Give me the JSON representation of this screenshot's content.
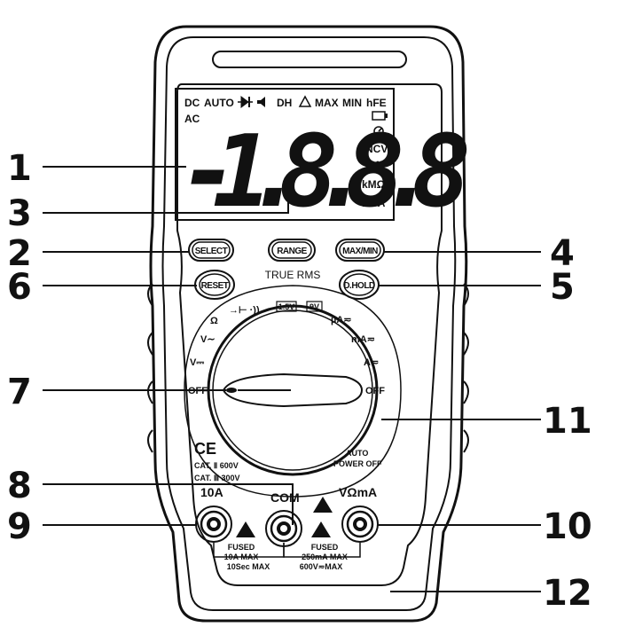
{
  "callouts": [
    "1",
    "2",
    "3",
    "4",
    "5",
    "6",
    "7",
    "8",
    "9",
    "10",
    "11",
    "12"
  ],
  "display": {
    "digits": "-1.8.8.8",
    "indicators": {
      "dc": "DC",
      "auto": "AUTO",
      "dh": "DH",
      "max": "MAX",
      "min": "MIN",
      "hfe": "hFE",
      "ac": "AC",
      "ncv": "NCV",
      "temp": "°C°F",
      "kmohm": "kMΩ",
      "mva": "mVA"
    }
  },
  "buttons": {
    "select": "SELECT",
    "range": "RANGE",
    "maxmin": "MAX/MIN",
    "reset": "RESET",
    "dhold": "D.HOLD",
    "true_rms": "TRUE RMS"
  },
  "dial": {
    "ohm": "Ω",
    "diode": "→⊢ ·))",
    "battery15": "1.5V",
    "battery9": "9V",
    "ua": "µA≂",
    "v_ac": "V∼",
    "ma": "mA≂",
    "v_dc": "V⎓",
    "a": "A≂",
    "off_left": "OFF",
    "off_right": "OFF"
  },
  "auto_power_off": [
    "AUTO",
    "POWER OFF"
  ],
  "ce": "CE",
  "cat_ratings": [
    "CAT. Ⅱ  600V",
    "CAT. Ⅲ  300V"
  ],
  "jacks": {
    "a10": "10A",
    "com": "COM",
    "vohm": "VΩmA"
  },
  "fuse_left": [
    "FUSED",
    "10A MAX",
    "10Sec MAX"
  ],
  "fuse_right": [
    "FUSED",
    "250mA MAX",
    "600V≂MAX"
  ]
}
